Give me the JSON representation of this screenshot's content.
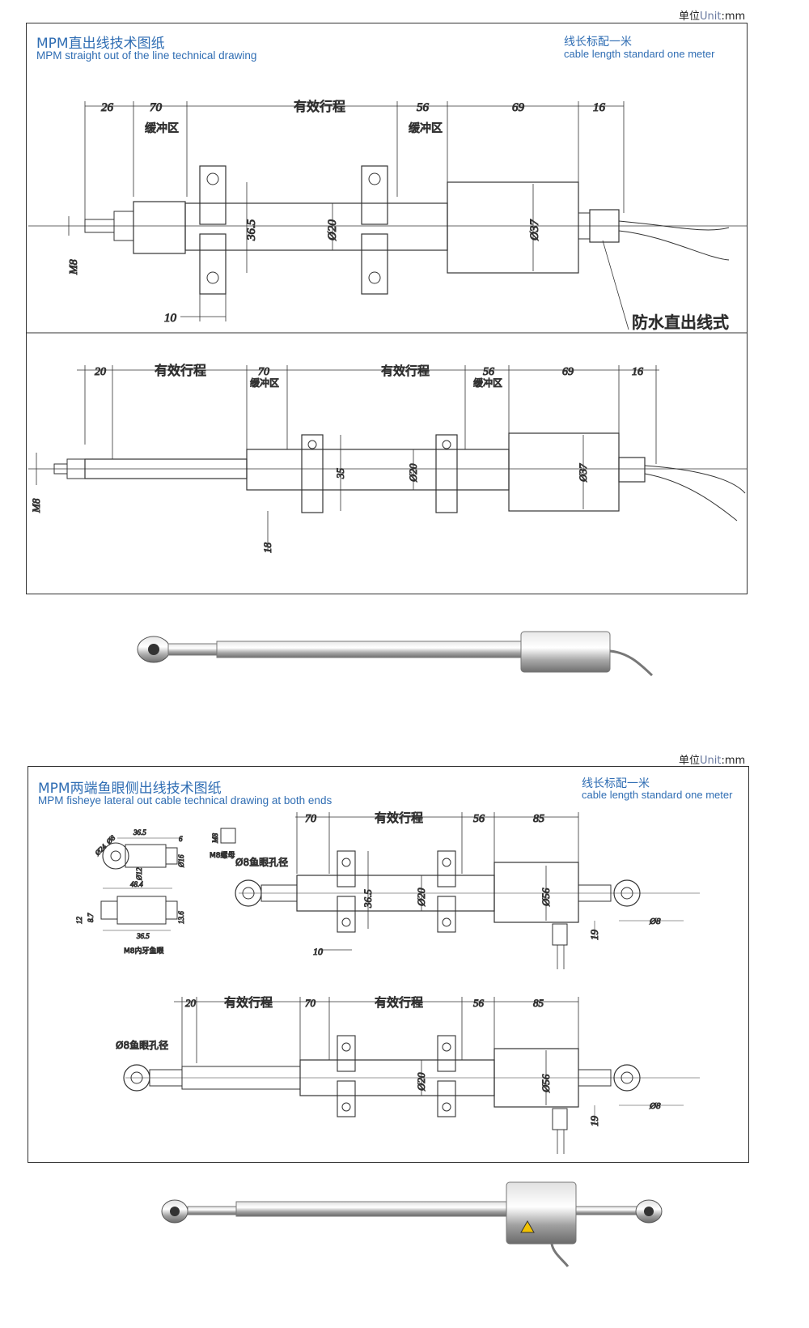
{
  "section1": {
    "unit_cn": "单位",
    "unit_en": "Unit",
    "unit_mm": ":mm",
    "title_cn": "MPM直出线技术图纸",
    "title_en": "MPM straight out of the line technical drawing",
    "note_cn": "线长标配一米",
    "note_en": "cable length standard one meter",
    "top": {
      "d26": "26",
      "d70": "70",
      "stroke": "有效行程",
      "d56": "56",
      "d69": "69",
      "d16": "16",
      "buffer1": "缓冲区",
      "buffer2": "缓冲区",
      "d365": "36.5",
      "d20": "Ø20",
      "d37": "Ø37",
      "m8": "M8",
      "d10": "10",
      "waterproof": "防水直出线式"
    },
    "bottom": {
      "d20": "20",
      "stroke1": "有效行程",
      "d70": "70",
      "buffer1": "缓冲区",
      "stroke2": "有效行程",
      "d56": "56",
      "buffer2": "缓冲区",
      "d69": "69",
      "d16": "16",
      "d35": "35",
      "dia20": "Ø20",
      "dia37": "Ø37",
      "m8": "M8",
      "d18": "18"
    }
  },
  "section2": {
    "unit_cn": "单位",
    "unit_en": "Unit",
    "unit_mm": ":mm",
    "title_cn": "MPM两端鱼眼侧出线技术图纸",
    "title_en": "MPM fisheye lateral out cable technical drawing at both ends",
    "note_cn": "线长标配一米",
    "note_en": "cable length standard one meter",
    "detail": {
      "d365": "36.5",
      "d6": "6",
      "d8": "Ø8",
      "d24": "Ø24",
      "d16": "Ø16",
      "d12": "Ø12",
      "d484": "48.4",
      "d12b": "12",
      "d87": "8.7",
      "d136": "13.6",
      "d365b": "36.5",
      "fisheye": "M8内牙鱼眼",
      "m8": "M8",
      "nut": "M8螺母"
    },
    "top": {
      "d70": "70",
      "stroke": "有效行程",
      "d56": "56",
      "d85": "85",
      "hole": "Ø8鱼眼孔径",
      "d365": "36.5",
      "d20": "Ø20",
      "d56dia": "Ø56",
      "d8": "Ø8",
      "d19": "19",
      "d10": "10"
    },
    "bottom": {
      "d20": "20",
      "stroke1": "有效行程",
      "d70": "70",
      "stroke2": "有效行程",
      "d56": "56",
      "d85": "85",
      "hole": "Ø8鱼眼孔径",
      "dia20": "Ø20",
      "dia56": "Ø56",
      "d8": "Ø8",
      "d19": "19"
    }
  }
}
